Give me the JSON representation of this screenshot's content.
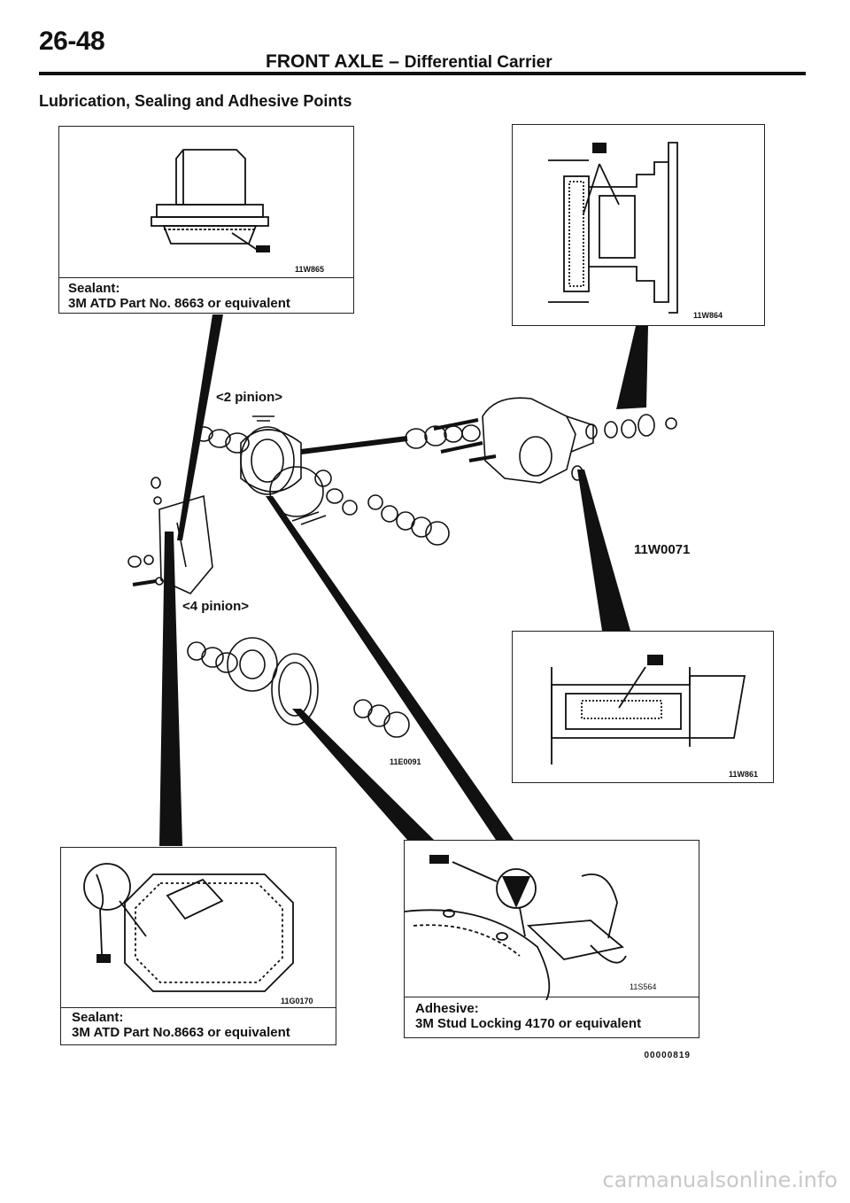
{
  "header": {
    "page_number": "26-48",
    "title_main": "FRONT AXLE –",
    "title_sub": "Differential Carrier"
  },
  "section_title": "Lubrication, Sealing and Adhesive Points",
  "boxes": {
    "top_left": {
      "fig_code": "11W865",
      "caption_line1": "Sealant:",
      "caption_line2": "3M ATD Part No. 8663 or equivalent"
    },
    "top_right": {
      "fig_code": "11W864"
    },
    "middle_right": {
      "fig_code": "11W861"
    },
    "bottom_left": {
      "fig_code": "11G0170",
      "caption_line1": "Sealant:",
      "caption_line2": "3M ATD Part No.8663 or equivalent"
    },
    "bottom_right": {
      "fig_code": "11S564",
      "caption_line1": "Adhesive:",
      "caption_line2": "3M Stud Locking 4170 or equivalent"
    }
  },
  "labels": {
    "two_pinion": "<2 pinion>",
    "four_pinion": "<4 pinion>",
    "main_fig_code": "11W0071",
    "exploded_fig_code": "11E0091"
  },
  "footer_code": "00000819",
  "watermark": "carmanualsonline.info"
}
